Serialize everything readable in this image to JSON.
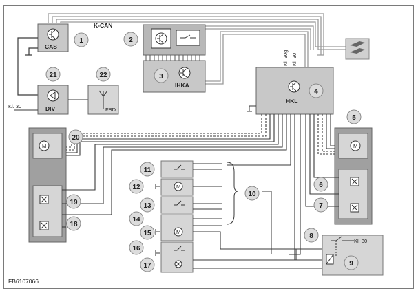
{
  "diagram": {
    "bus_label": "K-CAN",
    "figure_code": "FB6107066",
    "modules": {
      "cas": "CAS",
      "div": "DIV",
      "fbd": "FBD",
      "ihka": "IHKA",
      "hkl": "HKL"
    },
    "terminals": {
      "kl30_left": "Kl. 30",
      "kl30g_hkl": "Kl. 30g",
      "kl30_hkl": "Kl. 30",
      "kl30_relay": "Kl. 30"
    },
    "callouts": [
      "1",
      "2",
      "3",
      "4",
      "5",
      "6",
      "7",
      "8",
      "9",
      "10",
      "11",
      "12",
      "13",
      "14",
      "15",
      "16",
      "17",
      "18",
      "19",
      "20",
      "21",
      "22"
    ]
  },
  "colors": {
    "module_fill": "#c8c8c8",
    "panel_dark": "#a0a0a0",
    "panel_light": "#d6d6d6",
    "wire": "#3a3a3a",
    "bus": "#b4b4b4",
    "callout_fill": "#dcdcdc"
  },
  "icons": [
    "transistor-icon",
    "motor-icon",
    "antenna-icon",
    "switch-icon",
    "lamp-icon",
    "relay-coil-icon",
    "arrow-icon"
  ]
}
